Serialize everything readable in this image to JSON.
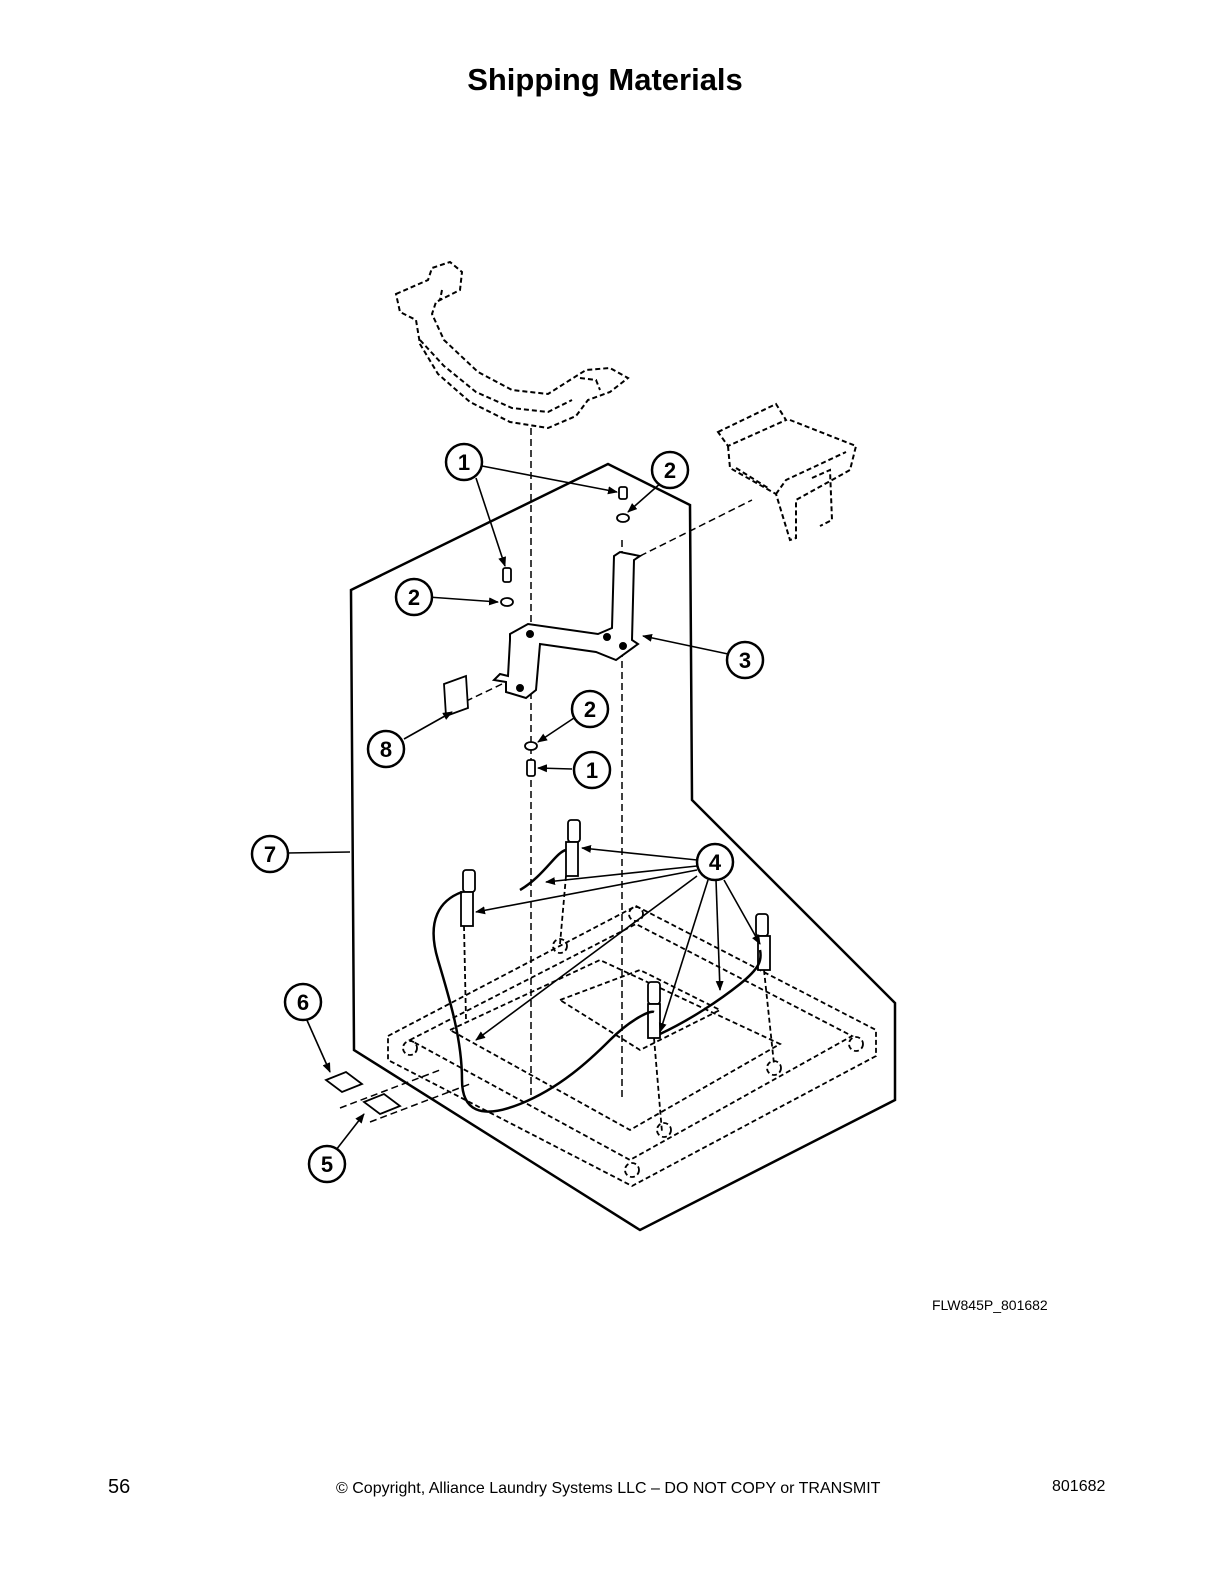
{
  "page": {
    "title": "Shipping Materials",
    "drawing_id": "FLW845P_801682",
    "page_number": "56",
    "copyright": "© Copyright, Alliance Laundry Systems LLC – DO NOT COPY or TRANSMIT",
    "doc_number": "801682"
  },
  "diagram": {
    "callouts": [
      {
        "label": "1"
      },
      {
        "label": "2"
      },
      {
        "label": "2"
      },
      {
        "label": "3"
      },
      {
        "label": "8"
      },
      {
        "label": "2"
      },
      {
        "label": "1"
      },
      {
        "label": "7"
      },
      {
        "label": "4"
      },
      {
        "label": "6"
      },
      {
        "label": "5"
      }
    ]
  }
}
